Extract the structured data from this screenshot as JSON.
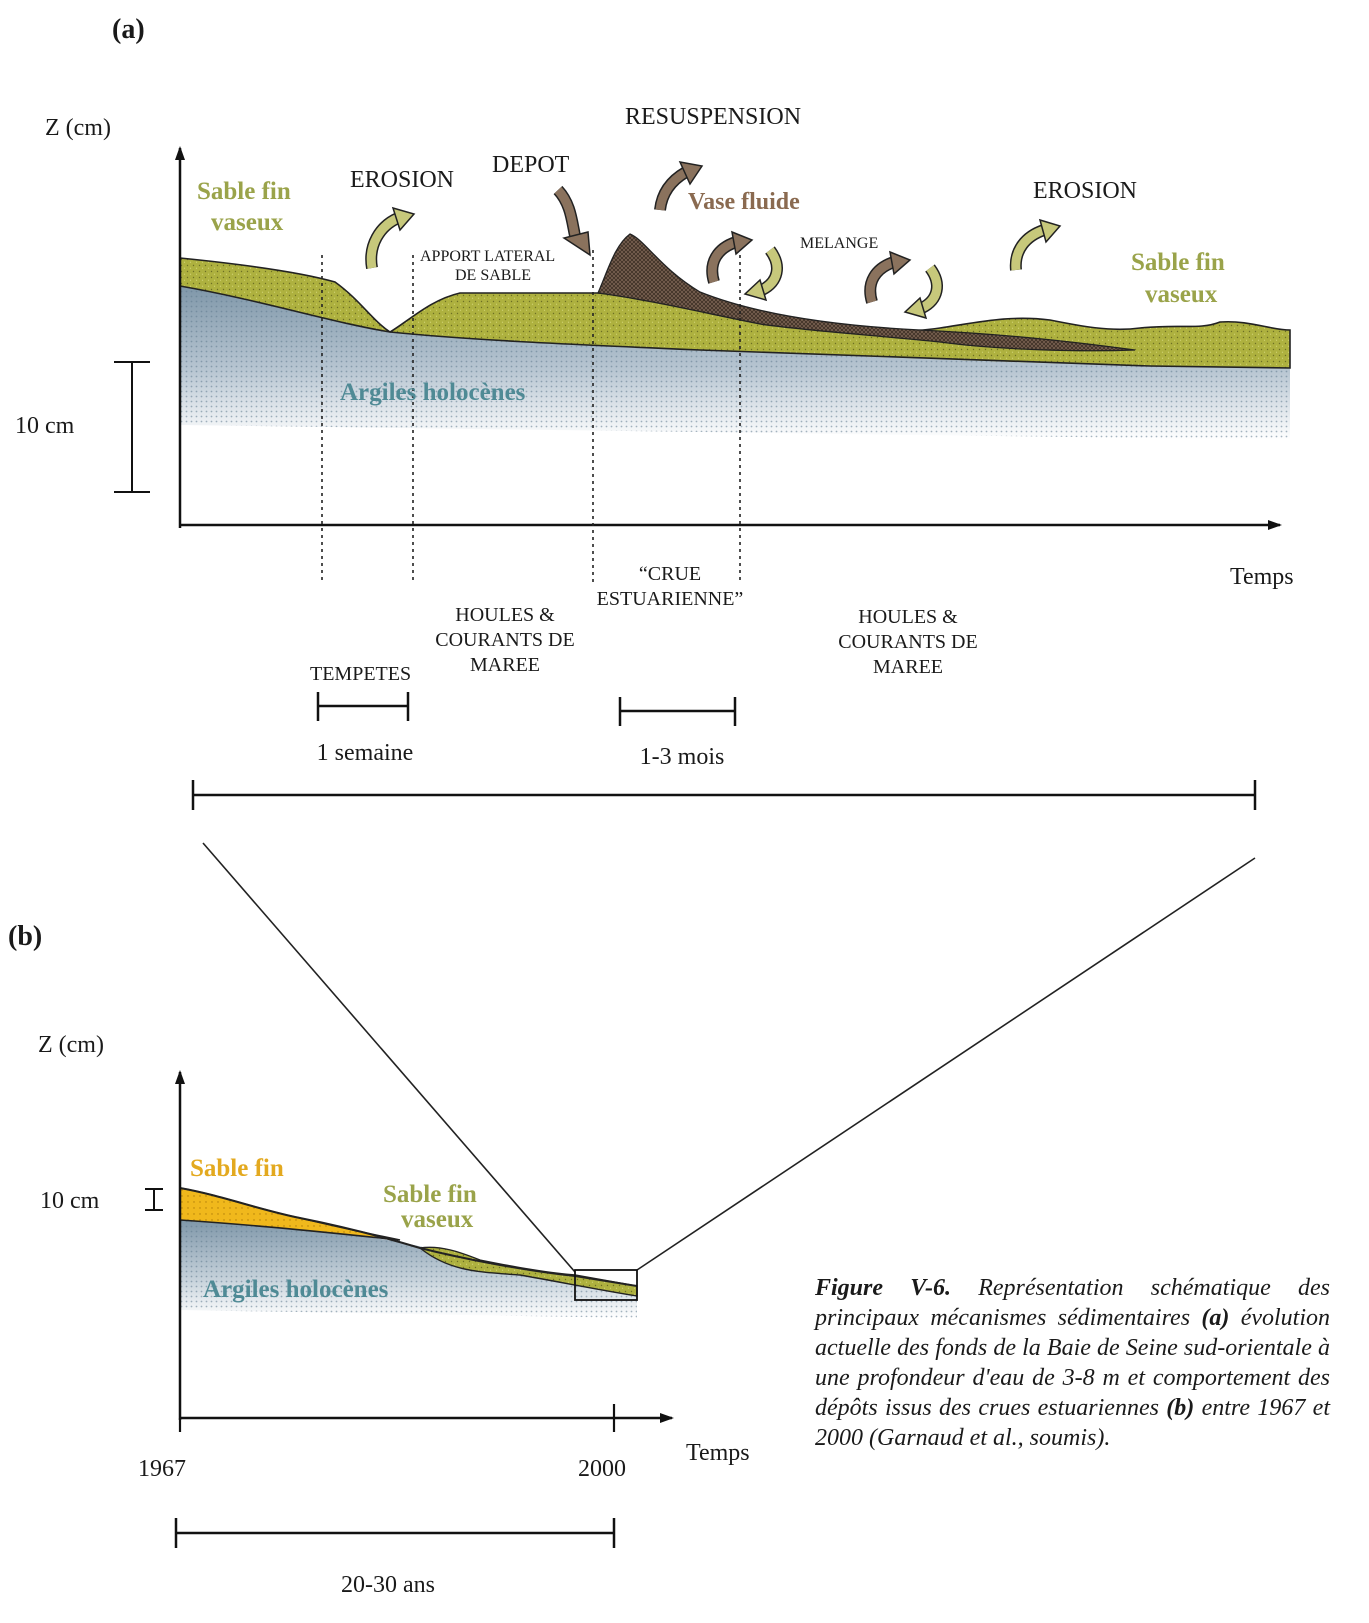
{
  "panel_a": {
    "label": "(a)",
    "y_axis": "Z (cm)",
    "x_axis": "Temps",
    "scale_bar": "10 cm",
    "top_labels": {
      "resuspension": "RESUSPENSION",
      "erosion_left": "EROSION",
      "depot": "DEPOT",
      "vase_fluide": "Vase fluide",
      "melange": "MELANGE",
      "erosion_right": "EROSION",
      "apport_line1": "APPORT LATERAL",
      "apport_line2": "DE SABLE"
    },
    "layers": {
      "sable_left_line1": "Sable fin",
      "sable_left_line2": "vaseux",
      "sable_right_line1": "Sable fin",
      "sable_right_line2": "vaseux",
      "argiles": "Argiles holocènes"
    },
    "phases": {
      "tempetes": "TEMPETES",
      "houles1_line1": "HOULES &",
      "houles1_line2": "COURANTS DE",
      "houles1_line3": "MAREE",
      "crue_line1": "“CRUE",
      "crue_line2": "ESTUARIENNE”",
      "houles2_line1": "HOULES &",
      "houles2_line2": "COURANTS DE",
      "houles2_line3": "MAREE"
    },
    "durations": {
      "semaine": "1 semaine",
      "mois": "1-3 mois"
    }
  },
  "panel_b": {
    "label": "(b)",
    "y_axis": "Z (cm)",
    "x_axis": "Temps",
    "scale_bar": "10 cm",
    "layers": {
      "sable_fin": "Sable fin",
      "sable_vaseux_line1": "Sable fin",
      "sable_vaseux_line2": "vaseux",
      "argiles": "Argiles holocènes"
    },
    "ticks": {
      "start": "1967",
      "end": "2000"
    },
    "duration": "20-30  ans"
  },
  "caption": {
    "figure_number": "Figure V-6.",
    "text_1": " Représentation schématique des principaux mécanismes sédimentaires ",
    "ref_a": "(a)",
    "text_2": " évolution actuelle des fonds de la Baie de Seine sud-orientale à une profondeur d'eau de 3-8 m et comportement des dépôts issus des crues estuariennes ",
    "ref_b": "(b)",
    "text_3": " entre 1967 et 2000 (Garnaud et al., soumis)."
  },
  "colors": {
    "sable_fin_vaseux": "#aeb13f",
    "vase_fluide": "#6e5848",
    "sable_fin": "#f0b81c",
    "argiles": "#8fa6b6",
    "arrow_green": "#c7c87b",
    "arrow_brown": "#8a725d"
  }
}
